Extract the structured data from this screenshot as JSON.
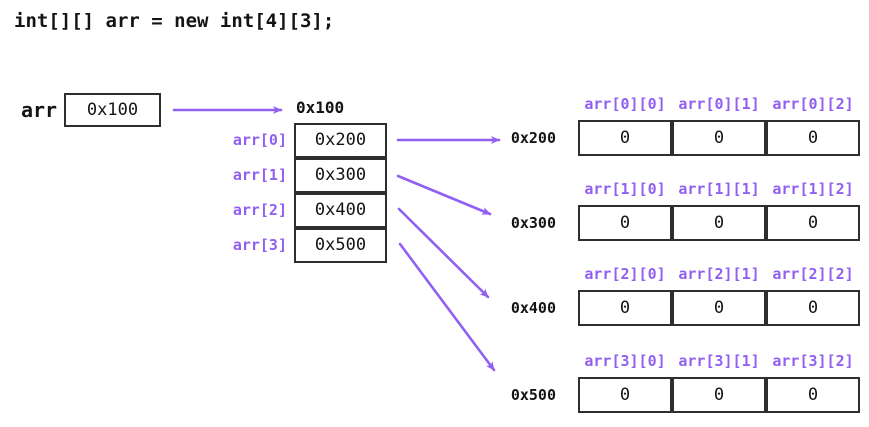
{
  "colors": {
    "accent": "#915ff2",
    "border": "#2e2e2e",
    "text": "#141414"
  },
  "code_line": "int[][] arr = new int[4][3];",
  "pointer": {
    "label": "arr",
    "value": "0x100"
  },
  "spine": {
    "address": "0x100",
    "rows": [
      {
        "label": "arr[0]",
        "value": "0x200"
      },
      {
        "label": "arr[1]",
        "value": "0x300"
      },
      {
        "label": "arr[2]",
        "value": "0x400"
      },
      {
        "label": "arr[3]",
        "value": "0x500"
      }
    ]
  },
  "memory_rows": [
    {
      "address": "0x200",
      "headers": [
        "arr[0][0]",
        "arr[0][1]",
        "arr[0][2]"
      ],
      "values": [
        "0",
        "0",
        "0"
      ]
    },
    {
      "address": "0x300",
      "headers": [
        "arr[1][0]",
        "arr[1][1]",
        "arr[1][2]"
      ],
      "values": [
        "0",
        "0",
        "0"
      ]
    },
    {
      "address": "0x400",
      "headers": [
        "arr[2][0]",
        "arr[2][1]",
        "arr[2][2]"
      ],
      "values": [
        "0",
        "0",
        "0"
      ]
    },
    {
      "address": "0x500",
      "headers": [
        "arr[3][0]",
        "arr[3][1]",
        "arr[3][2]"
      ],
      "values": [
        "0",
        "0",
        "0"
      ]
    }
  ]
}
